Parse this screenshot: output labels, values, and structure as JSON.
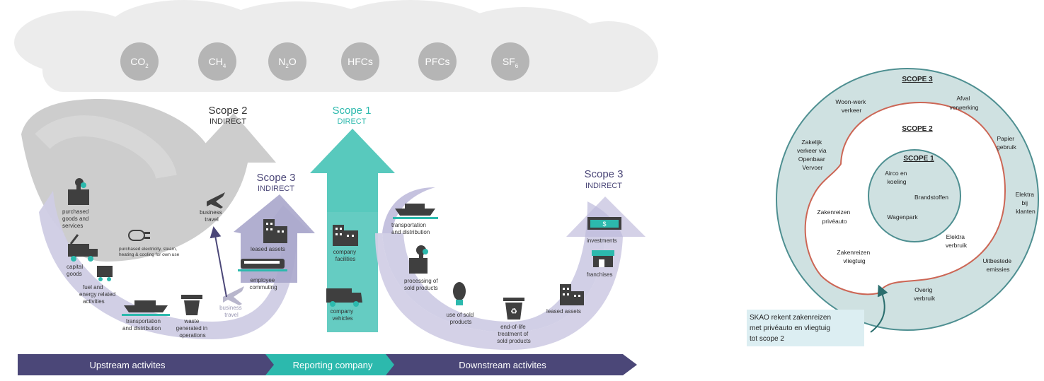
{
  "colors": {
    "teal": "#2cb9ad",
    "purple": "#4b4778",
    "lavender": "#a5a2c8",
    "light_lavender": "#d9d7ea",
    "grey": "#bdbdbd",
    "dark_grey": "#3f3f3f",
    "scope_outer_fill": "#cfe1e1",
    "scope_outer_stroke": "#4e8f91",
    "scope_mid_stroke": "#cc6655",
    "note_fill": "#dceef2"
  },
  "gases": [
    "CO",
    "CH",
    "N",
    "HFCs",
    "PFCs",
    "SF"
  ],
  "gas_subscripts": [
    "2",
    "4",
    "2",
    "",
    "",
    "6"
  ],
  "gas_suffix": [
    "",
    "",
    "O",
    "",
    "",
    ""
  ],
  "left_diagram": {
    "scope2": {
      "title": "Scope 2",
      "sub": "INDIRECT"
    },
    "scope1": {
      "title": "Scope 1",
      "sub": "DIRECT"
    },
    "scope3_up": {
      "title": "Scope 3",
      "sub": "INDIRECT"
    },
    "scope3_down": {
      "title": "Scope 3",
      "sub": "INDIRECT"
    },
    "upstream_items": {
      "purchased_goods": [
        "purchased",
        "goods and",
        "services"
      ],
      "capital_goods": [
        "capital",
        "goods"
      ],
      "fuel_energy": [
        "fuel and",
        "energy related",
        "activities"
      ],
      "transport_up": [
        "transportation",
        "and distribution"
      ],
      "waste": [
        "waste",
        "generated in",
        "operations"
      ],
      "business_travel_grey": [
        "business",
        "travel"
      ],
      "employee_commuting": [
        "employee",
        "commuting"
      ],
      "leased_assets_up": [
        "leased assets"
      ],
      "business_travel_plane": [
        "business",
        "travel"
      ],
      "purchased_electricity": [
        "purchased electricity, steam,",
        "heating & cooling for own use"
      ]
    },
    "company_items": {
      "facilities": [
        "company",
        "facilities"
      ],
      "vehicles": [
        "company",
        "vehicles"
      ]
    },
    "downstream_items": {
      "transport_down": [
        "transportation",
        "and distribution"
      ],
      "processing": [
        "processing of",
        "sold products"
      ],
      "use_sold": [
        "use of sold",
        "products"
      ],
      "end_of_life": [
        "end-of-life",
        "treatment of",
        "sold products"
      ],
      "leased_assets_down": [
        "leased assets"
      ],
      "franchises": [
        "franchises"
      ],
      "investments": [
        "investments"
      ]
    },
    "bar": {
      "upstream": "Upstream activites",
      "reporting": "Reporting company",
      "downstream": "Downstream activites"
    }
  },
  "right_diagram": {
    "scope3_label": "SCOPE 3",
    "scope2_label": "SCOPE 2",
    "scope1_label": "SCOPE 1",
    "scope3_items": {
      "woon_werk": [
        "Woon-werk",
        "verkeer"
      ],
      "afval": [
        "Afval",
        "verwerking"
      ],
      "papier": [
        "Papier",
        "gebruik"
      ],
      "zakelijk": [
        "Zakelijk",
        "verkeer via",
        "Openbaar",
        "Vervoer"
      ],
      "elektra_klanten": [
        "Elektra",
        "bij",
        "klanten"
      ],
      "uitbestede": [
        "Uitbestede",
        "emissies"
      ],
      "overig": [
        "Overig",
        "verbruik"
      ]
    },
    "scope2_items": {
      "prive": [
        "Zakenreizen",
        "privéauto"
      ],
      "vliegtuig": [
        "Zakenreizen",
        "vliegtuig"
      ],
      "elektra": [
        "Elektra",
        "verbruik"
      ]
    },
    "scope1_items": {
      "airco": [
        "Airco en",
        "koeling"
      ],
      "brandstoffen": [
        "Brandstoffen"
      ],
      "wagenpark": [
        "Wagenpark"
      ]
    },
    "note": [
      "SKAO rekent zakenreizen",
      "met privéauto en vliegtuig",
      "tot scope 2"
    ]
  }
}
